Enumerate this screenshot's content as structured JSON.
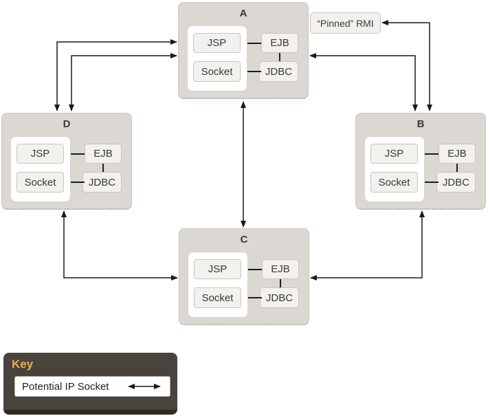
{
  "diagram": {
    "nodes": [
      {
        "id": "A",
        "label": "A",
        "jsp": "JSP",
        "socket": "Socket",
        "ejb": "EJB",
        "jdbc": "JDBC"
      },
      {
        "id": "B",
        "label": "B",
        "jsp": "JSP",
        "socket": "Socket",
        "ejb": "EJB",
        "jdbc": "JDBC"
      },
      {
        "id": "C",
        "label": "C",
        "jsp": "JSP",
        "socket": "Socket",
        "ejb": "EJB",
        "jdbc": "JDBC"
      },
      {
        "id": "D",
        "label": "D",
        "jsp": "JSP",
        "socket": "Socket",
        "ejb": "EJB",
        "jdbc": "JDBC"
      }
    ],
    "pinned_rmi_label": "“Pinned” RMI",
    "edges": [
      {
        "from": "D",
        "to": "A",
        "type": "potential-ip-socket",
        "shape": "elbow",
        "bidirectional": true
      },
      {
        "from": "D",
        "to": "A",
        "type": "potential-ip-socket",
        "shape": "elbow",
        "bidirectional": true
      },
      {
        "from": "A",
        "to": "B",
        "type": "potential-ip-socket",
        "shape": "elbow",
        "bidirectional": true
      },
      {
        "from": "Pinned RMI",
        "to": "B",
        "type": "potential-ip-socket",
        "shape": "elbow",
        "bidirectional": true
      },
      {
        "from": "A",
        "to": "C",
        "type": "potential-ip-socket",
        "shape": "straight",
        "bidirectional": true
      },
      {
        "from": "D",
        "to": "C",
        "type": "potential-ip-socket",
        "shape": "elbow",
        "bidirectional": true
      },
      {
        "from": "B",
        "to": "C",
        "type": "potential-ip-socket",
        "shape": "elbow",
        "bidirectional": true
      }
    ],
    "key": {
      "title": "Key",
      "items": [
        {
          "label": "Potential IP Socket",
          "symbol": "double-headed-arrow"
        }
      ]
    },
    "colors": {
      "node_bg": "#dbd8d3",
      "chip_bg": "#f2f1ee",
      "line": "#1a1a1a",
      "key_bg": "#49433d",
      "key_title": "#f0ae4c"
    }
  }
}
